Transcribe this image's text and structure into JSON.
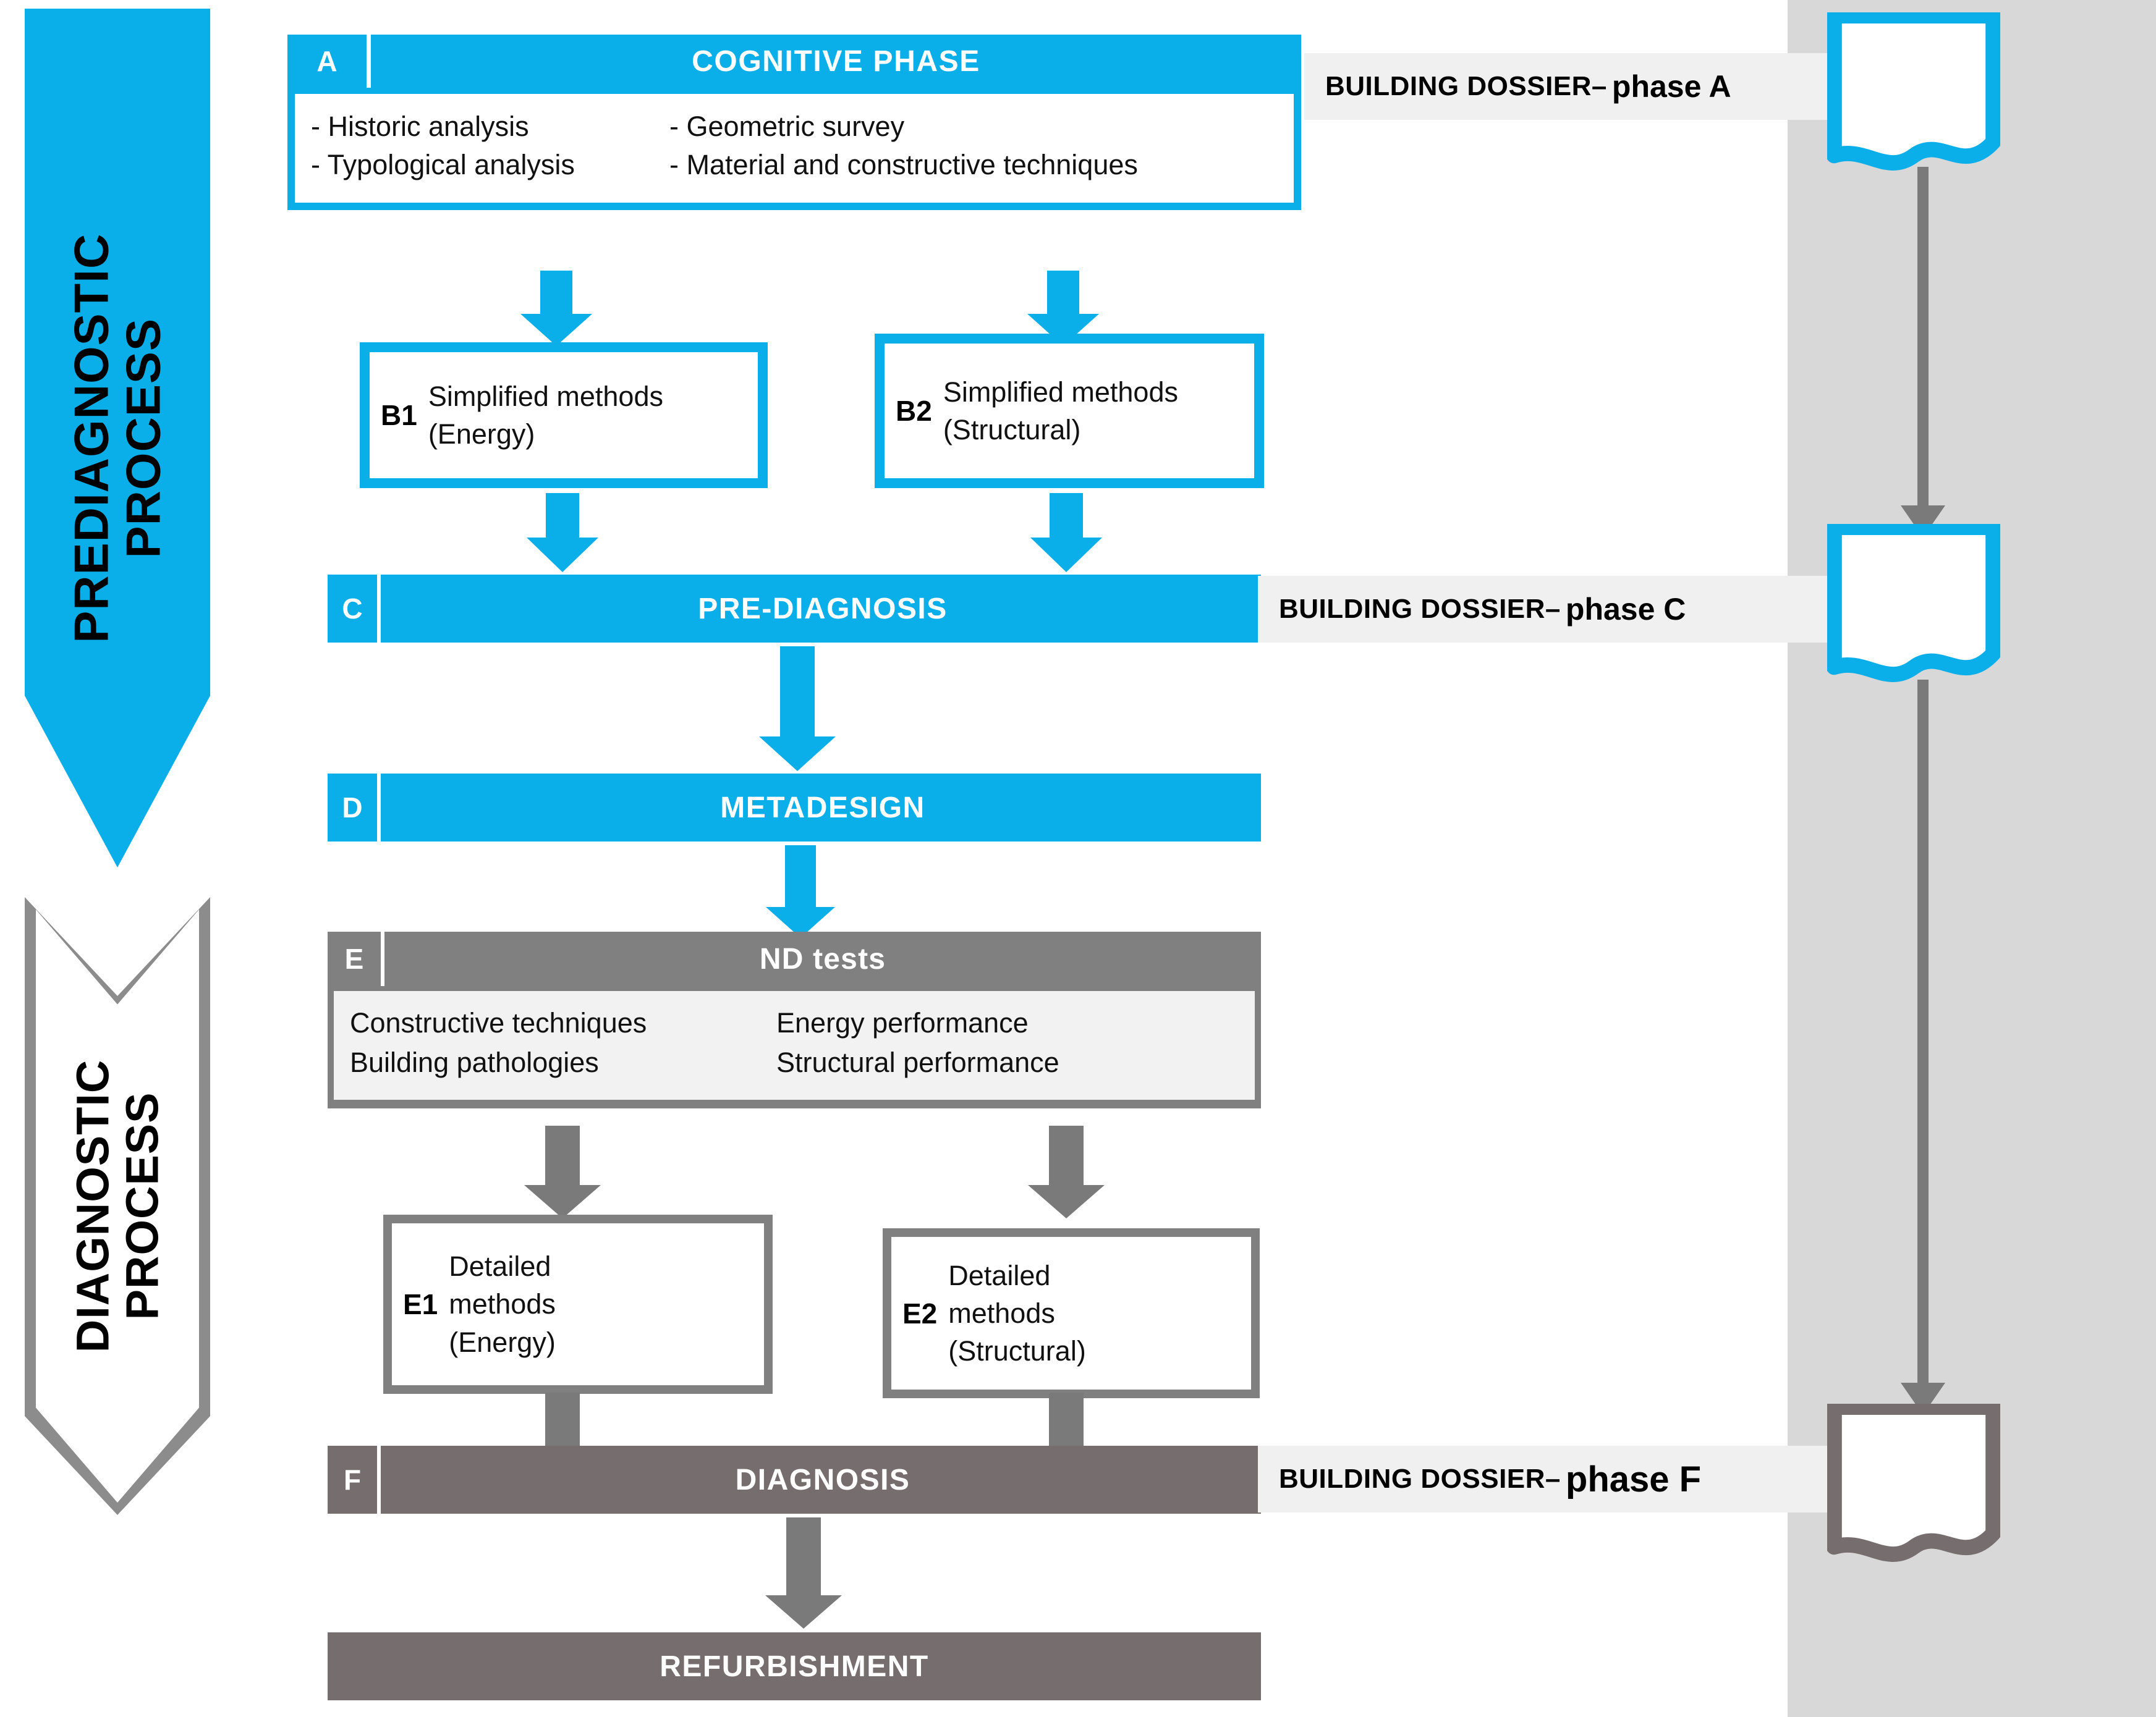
{
  "colors": {
    "blue": "#0aaee8",
    "gray": "#808080",
    "dark_gray": "#766e6e",
    "panel_gray": "#d8d8d8",
    "banner_gray": "#c9c9c9",
    "arrow_blue": "#0aaee8",
    "arrow_gray": "#7a7a7a"
  },
  "side_arrows": {
    "prediagnostic": {
      "line1": "PREDIAGNOSTIC",
      "line2": "PROCESS"
    },
    "diagnostic": {
      "line1": "DIAGNOSTIC",
      "line2": "PROCESS"
    }
  },
  "phases": {
    "a": {
      "tag": "A",
      "title": "COGNITIVE PHASE",
      "details_left": [
        "- Historic analysis",
        "- Typological analysis"
      ],
      "details_right": [
        "- Geometric survey",
        "- Material and constructive techniques"
      ]
    },
    "b1": {
      "tag": "B1",
      "line1": "Simplified methods",
      "line2": "(Energy)"
    },
    "b2": {
      "tag": "B2",
      "line1": "Simplified methods",
      "line2": "(Structural)"
    },
    "c": {
      "tag": "C",
      "title": "PRE-DIAGNOSIS"
    },
    "d": {
      "tag": "D",
      "title": "METADESIGN"
    },
    "e": {
      "tag": "E",
      "title": "ND  tests",
      "details_left": [
        "Constructive techniques",
        "Building pathologies"
      ],
      "details_right": [
        "Energy performance",
        "Structural performance"
      ]
    },
    "e1": {
      "tag": "E1",
      "line1": "Detailed",
      "line2": "methods",
      "line3": "(Energy)"
    },
    "e2": {
      "tag": "E2",
      "line1": "Detailed",
      "line2": "methods",
      "line3": "(Structural)"
    },
    "f": {
      "tag": "F",
      "title": "DIAGNOSIS"
    },
    "refurbishment": {
      "title": "REFURBISHMENT"
    }
  },
  "dossiers": [
    {
      "label": "BUILDING DOSSIER",
      "separator": " – ",
      "phase": "phase  A",
      "style": "small"
    },
    {
      "label": "BUILDING DOSSIER",
      "separator": "– ",
      "phase": "phase  C",
      "style": "small"
    },
    {
      "label": "BUILDING DOSSIER",
      "separator": "– ",
      "phase": "phase  F",
      "style": "big"
    }
  ],
  "documents": [
    {
      "name": "document-phase-a",
      "accent": "#0aaee8"
    },
    {
      "name": "document-phase-c",
      "accent": "#0aaee8"
    },
    {
      "name": "document-phase-f",
      "accent": "#766e6e"
    }
  ]
}
